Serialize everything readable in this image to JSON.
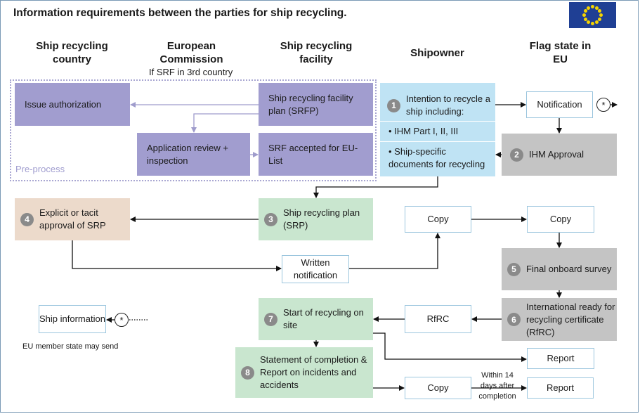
{
  "title": "Information requirements between the parties for ship recycling.",
  "columns": {
    "col1": "Ship recycling country",
    "col2": "European Commission",
    "col2_sub": "If SRF in 3rd country",
    "col3": "Ship recycling facility",
    "col4": "Shipowner",
    "col5": "Flag state in EU"
  },
  "pre_process_label": "Pre-process",
  "boxes": {
    "issue_authorization": "Issue authorization",
    "srfp": "Ship recycling facility plan (SRFP)",
    "application_review": "Application review + inspection",
    "srf_accepted": "SRF accepted for EU-List",
    "intention": "Intention to recycle a ship including:",
    "ihm_part": "• IHM Part I, II, III",
    "ship_docs": "• Ship-specific documents for recycling",
    "notification": "Notification",
    "ihm_approval": "IHM Approval",
    "explicit_approval": "Explicit or tacit approval of SRP",
    "srp": "Ship recycling plan (SRP)",
    "copy1": "Copy",
    "copy2": "Copy",
    "written_notification": "Written notification",
    "final_survey": "Final onboard survey",
    "ship_information": "Ship information",
    "eu_member_may_send": "EU member state may send",
    "start_recycling": "Start of recycling on site",
    "rfrc": "RfRC",
    "international_cert": "International ready for recycling certificate (RfRC)",
    "report1": "Report",
    "statement": "Statement of completion & Report on incidents and accidents",
    "copy3": "Copy",
    "within_14": "Within 14 days after completion",
    "report2": "Report"
  },
  "numbers": {
    "n1": "1",
    "n2": "2",
    "n3": "3",
    "n4": "4",
    "n5": "5",
    "n6": "6",
    "n7": "7",
    "n8": "8"
  },
  "star_symbol": "*",
  "colors": {
    "purple": "#a19dcf",
    "blue": "#bfe3f4",
    "green": "#c9e6cf",
    "peach": "#ecdacb",
    "grey": "#c4c4c4",
    "eu_flag": "#1f3f94",
    "eu_star": "#f5d400"
  },
  "icons": {
    "flag": "eu-flag-icon"
  }
}
